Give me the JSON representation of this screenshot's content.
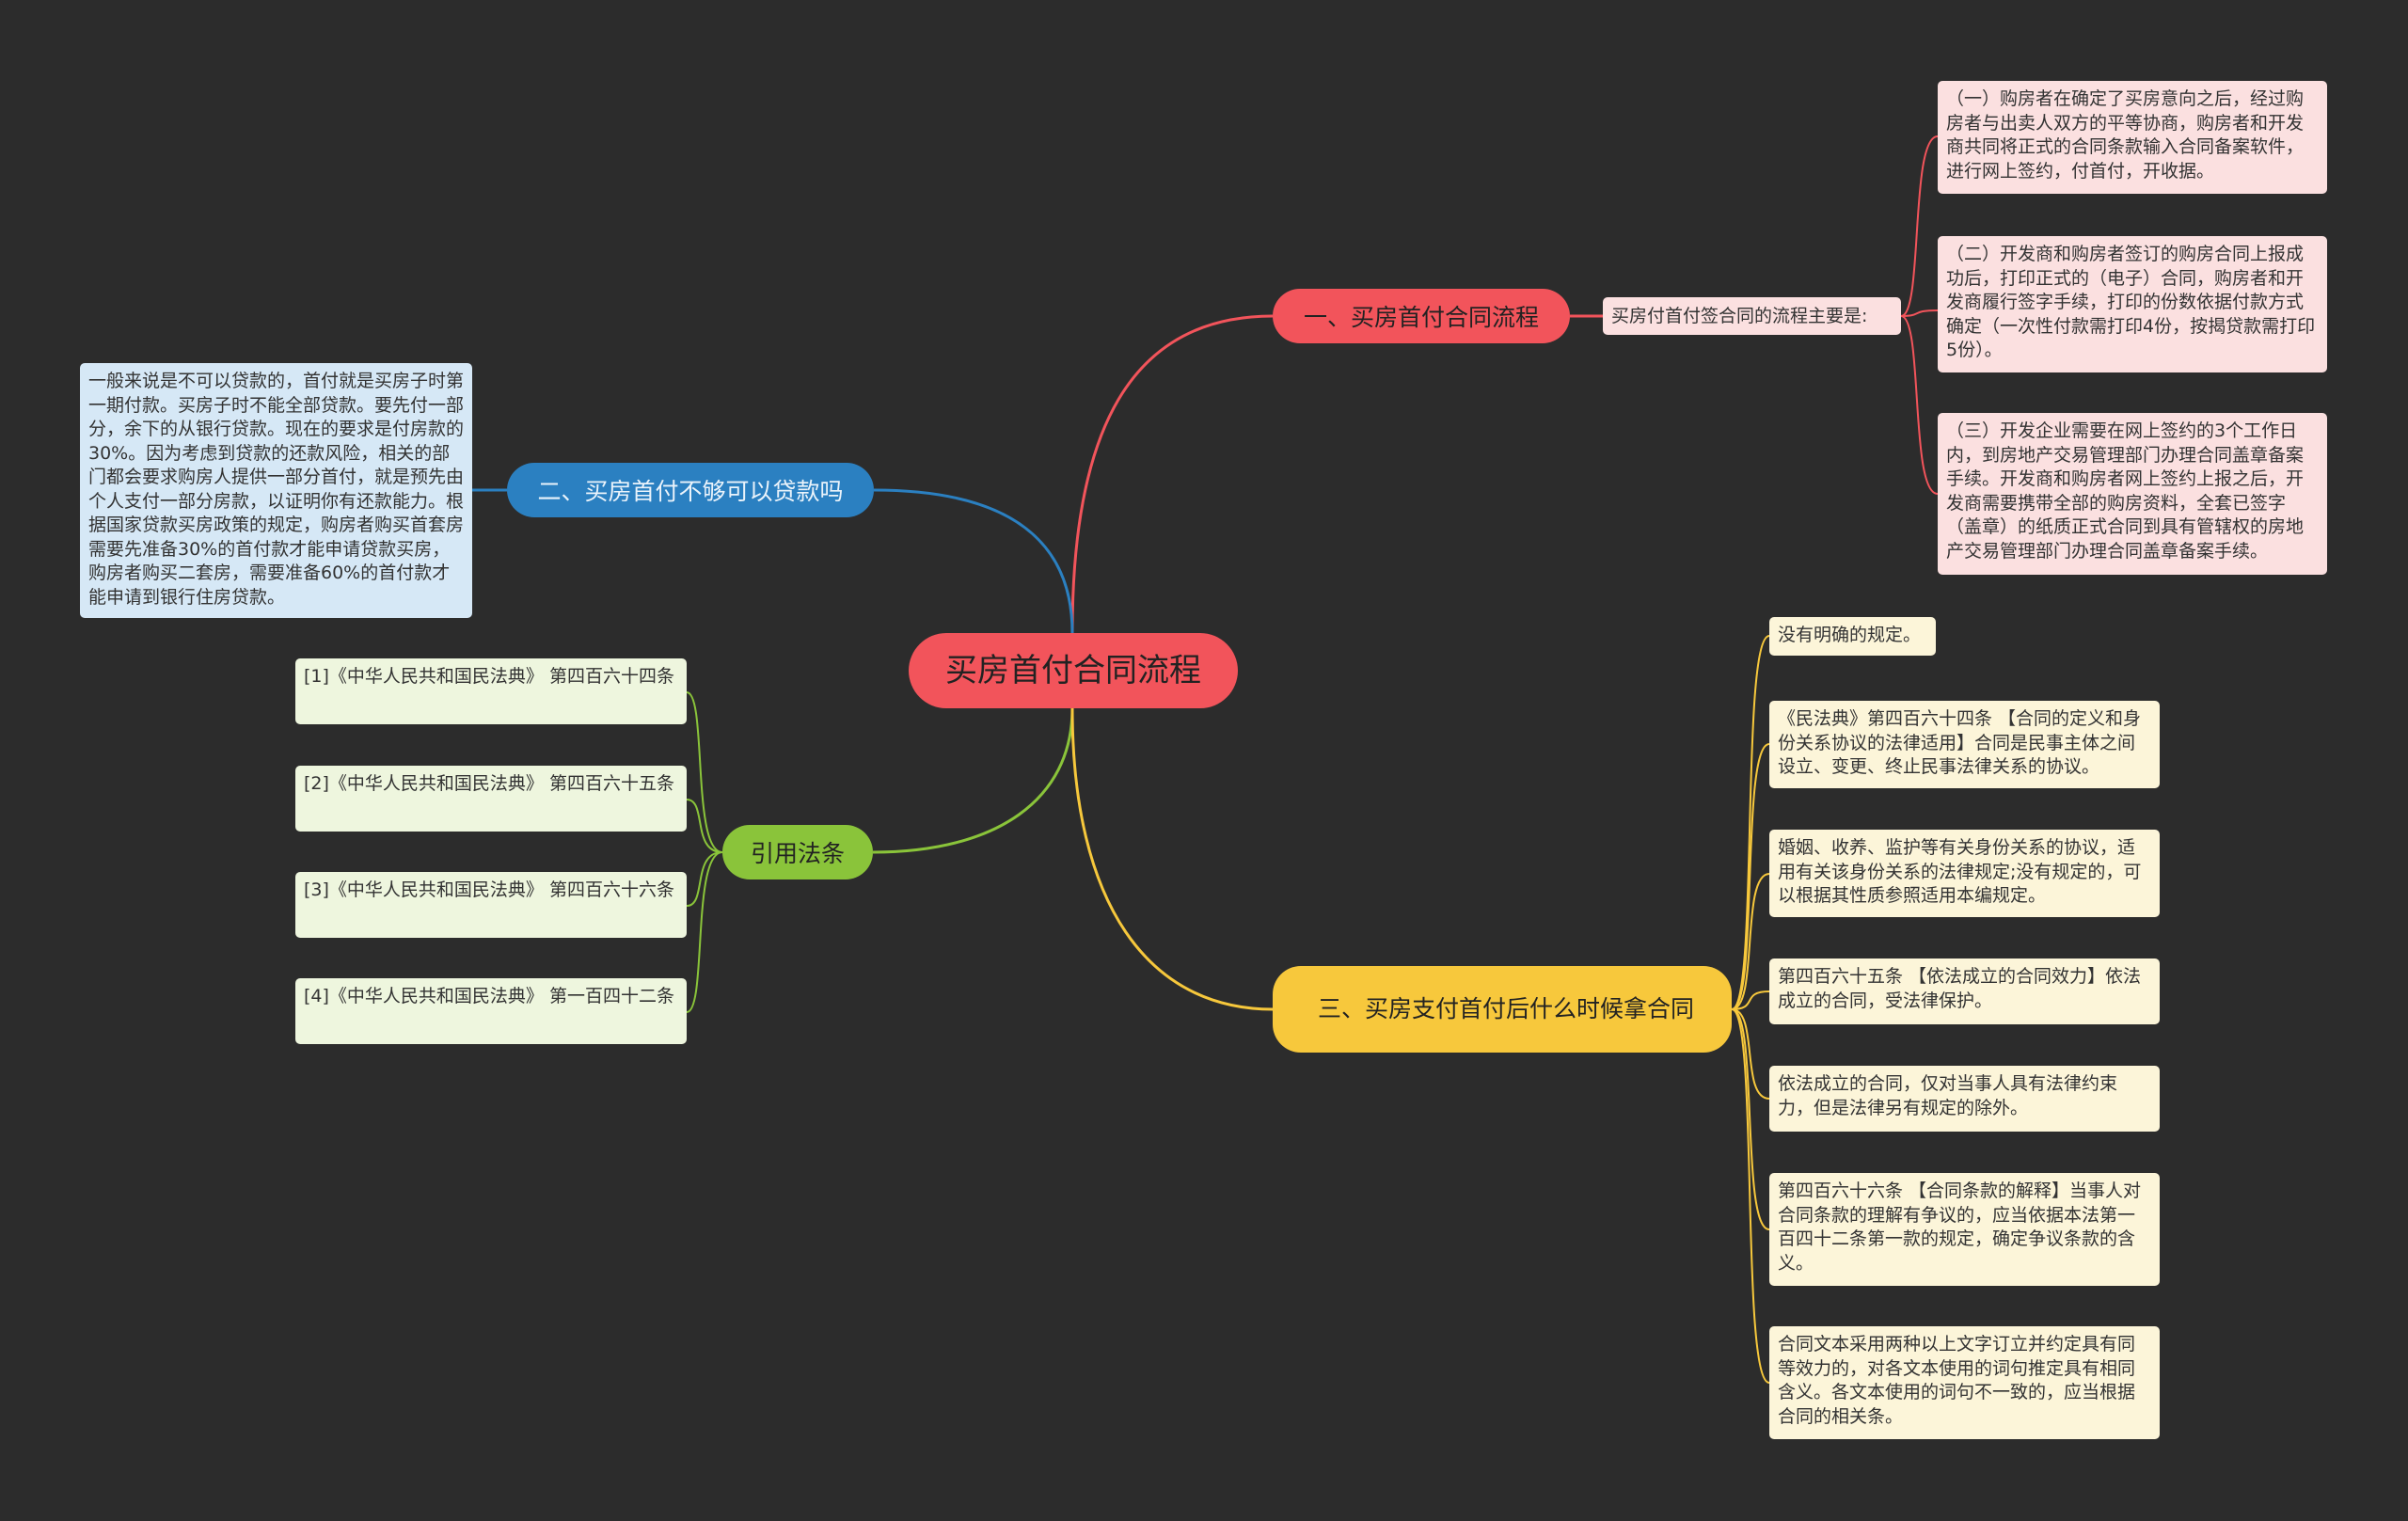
{
  "root": {
    "label": "买房首付合同流程"
  },
  "branches": {
    "b1": {
      "label": "一、买房首付合同流程",
      "sub": "买房付首付签合同的流程主要是:",
      "items": [
        "（一）购房者在确定了买房意向之后，经过购房者与出卖人双方的平等协商，购房者和开发商共同将正式的合同条款输入合同备案软件，进行网上签约，付首付，开收据。",
        "（二）开发商和购房者签订的购房合同上报成功后，打印正式的（电子）合同，购房者和开发商履行签字手续，打印的份数依据付款方式确定（一次性付款需打印4份，按揭贷款需打印5份）。",
        "（三）开发企业需要在网上签约的3个工作日内，到房地产交易管理部门办理合同盖章备案手续。开发商和购房者网上签约上报之后，开发商需要携带全部的购房资料，全套已签字（盖章）的纸质正式合同到具有管辖权的房地产交易管理部门办理合同盖章备案手续。"
      ]
    },
    "b2": {
      "label": "二、买房首付不够可以贷款吗",
      "items": [
        "一般来说是不可以贷款的，首付就是买房子时第一期付款。买房子时不能全部贷款。要先付一部分，余下的从银行贷款。现在的要求是付房款的30%。因为考虑到贷款的还款风险，相关的部门都会要求购房人提供一部分首付，就是预先由个人支付一部分房款，以证明你有还款能力。根据国家贷款买房政策的规定，购房者购买首套房需要先准备30%的首付款才能申请贷款买房，购房者购买二套房，需要准备60%的首付款才能申请到银行住房贷款。"
      ]
    },
    "b3": {
      "label": "引用法条",
      "items": [
        "[1]《中华人民共和国民法典》 第四百六十四条",
        "[2]《中华人民共和国民法典》 第四百六十五条",
        "[3]《中华人民共和国民法典》 第四百六十六条",
        "[4]《中华人民共和国民法典》 第一百四十二条"
      ]
    },
    "b4": {
      "label": "三、买房支付首付后什么时候拿合同",
      "items": [
        "没有明确的规定。",
        "《民法典》第四百六十四条 【合同的定义和身份关系协议的法律适用】合同是民事主体之间设立、变更、终止民事法律关系的协议。",
        "婚姻、收养、监护等有关身份关系的协议，适用有关该身份关系的法律规定;没有规定的，可以根据其性质参照适用本编规定。",
        "第四百六十五条 【依法成立的合同效力】依法成立的合同，受法律保护。",
        "依法成立的合同，仅对当事人具有法律约束力，但是法律另有规定的除外。",
        "第四百六十六条 【合同条款的解释】当事人对合同条款的理解有争议的，应当依据本法第一百四十二条第一款的规定，确定争议条款的含义。",
        "合同文本采用两种以上文字订立并约定具有同等效力的，对各文本使用的词句推定具有相同含义。各文本使用的词句不一致的，应当根据合同的相关条。"
      ]
    }
  },
  "colors": {
    "b1": "#f2545b",
    "b2": "#2b80c1",
    "b3": "#8ac43a",
    "b4": "#f7c83c",
    "background": "#2c2c2c"
  }
}
